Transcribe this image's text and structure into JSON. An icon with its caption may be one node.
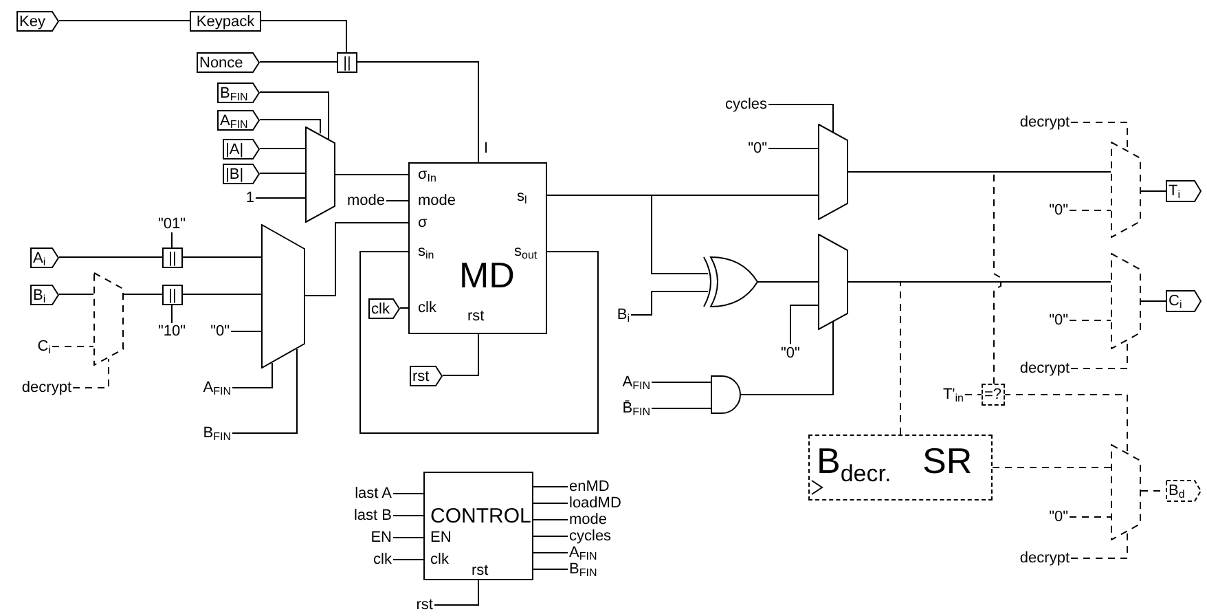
{
  "diagram": {
    "nodes": [
      {
        "text": [
          "Key"
        ]
      },
      {
        "text": [
          "Keypack"
        ]
      },
      {
        "text": [
          "Nonce"
        ]
      },
      {
        "text": [
          "||"
        ]
      },
      {
        "text": [
          "B$_{FIN}$"
        ]
      },
      {
        "text": [
          "A$_{FIN}$"
        ]
      },
      {
        "text": [
          "|A|"
        ]
      },
      {
        "text": [
          "|B|"
        ]
      },
      {
        "text": [
          "1"
        ]
      },
      {
        "text": [],
        "shape": "trapezoid"
      },
      {
        "text": [
          "σ$_{In}$",
          "mode",
          "σ",
          "s$_{in}$",
          "MD",
          "s$_{l}$",
          "s$_{out}$",
          "clk",
          "rst"
        ]
      },
      {
        "text": [
          "mode"
        ]
      },
      {
        "text": [
          "A$_{i}$"
        ]
      },
      {
        "text": [
          "B$_{i}$"
        ]
      },
      {
        "text": [
          "||"
        ]
      },
      {
        "text": [
          "||"
        ]
      },
      {
        "text": [],
        "shape": "trapezoid"
      },
      {
        "text": [
          "C$_{i}$"
        ]
      },
      {
        "text": [
          "decrypt"
        ]
      },
      {
        "text": [],
        "shape": "trapezoid"
      },
      {
        "text": [
          "\"0\""
        ]
      },
      {
        "text": [
          "A$_{FIN}$"
        ]
      },
      {
        "text": [
          "B$_{FIN}$"
        ]
      },
      {
        "text": [
          "clk"
        ]
      },
      {
        "text": [
          "rst"
        ]
      },
      {
        "text": [
          "cycles"
        ]
      },
      {
        "text": [
          "\"0\""
        ]
      },
      {
        "text": [],
        "shape": "trapezoid"
      },
      {
        "text": [],
        "shape": "gate"
      },
      {
        "text": [
          "B$_{i}$"
        ]
      },
      {
        "text": [],
        "shape": "trapezoid"
      },
      {
        "text": [
          "\"0\""
        ]
      },
      {
        "text": [],
        "shape": "gate"
      },
      {
        "text": [
          "A$_{FIN}$"
        ]
      },
      {
        "text": [
          "B̄$_{FIN}$"
        ]
      },
      {
        "text": [
          "T$_{i}$"
        ]
      },
      {
        "text": [],
        "shape": "trapezoid"
      },
      {
        "text": [
          "decrypt"
        ]
      },
      {
        "text": [
          "\"0\""
        ]
      },
      {
        "text": [],
        "shape": "trapezoid"
      },
      {
        "text": [
          "C$_{i}$"
        ]
      },
      {
        "text": [
          "\"0\""
        ]
      },
      {
        "text": [
          "decrypt"
        ]
      },
      {
        "text": [
          "T'$_{in}$"
        ]
      },
      {
        "text": [
          "=?"
        ]
      },
      {
        "text": [
          "B$_{decr.}$",
          "SR"
        ]
      },
      {
        "text": [],
        "shape": "trapezoid"
      },
      {
        "text": [
          "\"0\""
        ]
      },
      {
        "text": [
          "decrypt"
        ]
      },
      {
        "text": [
          "B$_{d}$"
        ]
      },
      {
        "text": [
          "CONTROL",
          "EN",
          "clk",
          "rst"
        ]
      },
      {
        "text": [
          "last A"
        ]
      },
      {
        "text": [
          "last B"
        ]
      },
      {
        "text": [
          "EN"
        ]
      },
      {
        "text": [
          "clk"
        ]
      },
      {
        "text": [
          "rst"
        ]
      },
      {
        "text": [
          "enMD"
        ]
      },
      {
        "text": [
          "loadMD"
        ]
      },
      {
        "text": [
          "mode"
        ]
      },
      {
        "text": [
          "cycles"
        ]
      },
      {
        "text": [
          "A$_{FIN}$"
        ]
      },
      {
        "text": [
          "B$_{FIN}$"
        ]
      },
      {
        "text": [
          "\"01\""
        ]
      },
      {
        "text": [
          "\"10\""
        ]
      }
    ],
    "edges": [
      {
        "from": 0,
        "to": 1,
        "arrow": "none"
      },
      {
        "from": 1,
        "to": 3,
        "arrow": "none"
      },
      {
        "from": 2,
        "to": 3,
        "arrow": "none"
      },
      {
        "from": 3,
        "to": 10,
        "arrow": "none"
      },
      {
        "from": 4,
        "to": 9,
        "arrow": "none"
      },
      {
        "from": 5,
        "to": 9,
        "arrow": "none"
      },
      {
        "from": 6,
        "to": 9,
        "arrow": "none"
      },
      {
        "from": 7,
        "to": 9,
        "arrow": "none"
      },
      {
        "from": 8,
        "to": 9,
        "arrow": "none"
      },
      {
        "from": 9,
        "to": 10,
        "arrow": "none"
      },
      {
        "from": 11,
        "to": 10,
        "arrow": "none"
      },
      {
        "from": 12,
        "to": 14,
        "arrow": "none"
      },
      {
        "from": 13,
        "to": 16,
        "arrow": "none"
      },
      {
        "from": 17,
        "to": 16,
        "arrow": "none",
        "style": "dashed"
      },
      {
        "from": 18,
        "to": 16,
        "arrow": "none",
        "style": "dashed"
      },
      {
        "from": 16,
        "to": 15,
        "arrow": "none"
      },
      {
        "from": 14,
        "to": 19,
        "arrow": "none"
      },
      {
        "from": 15,
        "to": 19,
        "arrow": "none"
      },
      {
        "from": 20,
        "to": 19,
        "arrow": "none"
      },
      {
        "from": 21,
        "to": 19,
        "arrow": "none"
      },
      {
        "from": 22,
        "to": 19,
        "arrow": "none"
      },
      {
        "from": 19,
        "to": 10,
        "arrow": "none"
      },
      {
        "from": 10,
        "to": 10,
        "arrow": "none"
      },
      {
        "from": 23,
        "to": 10,
        "arrow": "none"
      },
      {
        "from": 24,
        "to": 10,
        "arrow": "none"
      },
      {
        "from": 10,
        "to": 27,
        "arrow": "none"
      },
      {
        "from": 10,
        "to": 28,
        "arrow": "none"
      },
      {
        "from": 29,
        "to": 28,
        "arrow": "none"
      },
      {
        "from": 28,
        "to": 30,
        "arrow": "none"
      },
      {
        "from": 31,
        "to": 30,
        "arrow": "none"
      },
      {
        "from": 32,
        "to": 30,
        "arrow": "none"
      },
      {
        "from": 25,
        "to": 27,
        "arrow": "none"
      },
      {
        "from": 26,
        "to": 27,
        "arrow": "none"
      },
      {
        "from": 33,
        "to": 32,
        "arrow": "none"
      },
      {
        "from": 34,
        "to": 32,
        "arrow": "none"
      },
      {
        "from": 27,
        "to": 36,
        "arrow": "none"
      },
      {
        "from": 38,
        "to": 36,
        "arrow": "none",
        "style": "dashed"
      },
      {
        "from": 37,
        "to": 36,
        "arrow": "none",
        "style": "dashed"
      },
      {
        "from": 36,
        "to": 35,
        "arrow": "none"
      },
      {
        "from": 30,
        "to": 39,
        "arrow": "none"
      },
      {
        "from": 41,
        "to": 39,
        "arrow": "none",
        "style": "dashed"
      },
      {
        "from": 42,
        "to": 39,
        "arrow": "none",
        "style": "dashed"
      },
      {
        "from": 39,
        "to": 40,
        "arrow": "none"
      },
      {
        "from": 27,
        "to": 44,
        "arrow": "none",
        "style": "dashed"
      },
      {
        "from": 43,
        "to": 44,
        "arrow": "none",
        "style": "dashed"
      },
      {
        "from": 44,
        "to": 46,
        "arrow": "none",
        "style": "dashed"
      },
      {
        "from": 30,
        "to": 45,
        "arrow": "none",
        "style": "dashed"
      },
      {
        "from": 45,
        "to": 46,
        "arrow": "none",
        "style": "dashed"
      },
      {
        "from": 47,
        "to": 46,
        "arrow": "none",
        "style": "dashed"
      },
      {
        "from": 48,
        "to": 46,
        "arrow": "none",
        "style": "dashed"
      },
      {
        "from": 46,
        "to": 49,
        "arrow": "none",
        "style": "dashed"
      },
      {
        "from": 51,
        "to": 50,
        "arrow": "none"
      },
      {
        "from": 52,
        "to": 50,
        "arrow": "none"
      },
      {
        "from": 53,
        "to": 50,
        "arrow": "none"
      },
      {
        "from": 54,
        "to": 50,
        "arrow": "none"
      },
      {
        "from": 55,
        "to": 50,
        "arrow": "none"
      },
      {
        "from": 50,
        "to": 56,
        "arrow": "none"
      },
      {
        "from": 50,
        "to": 57,
        "arrow": "none"
      },
      {
        "from": 50,
        "to": 58,
        "arrow": "none"
      },
      {
        "from": 50,
        "to": 59,
        "arrow": "none"
      },
      {
        "from": 50,
        "to": 60,
        "arrow": "none"
      },
      {
        "from": 50,
        "to": 61,
        "arrow": "none"
      },
      {
        "from": 62,
        "to": 14,
        "arrow": "none"
      },
      {
        "from": 63,
        "to": 15,
        "arrow": "none"
      }
    ],
    "labels": [
      "I"
    ]
  }
}
